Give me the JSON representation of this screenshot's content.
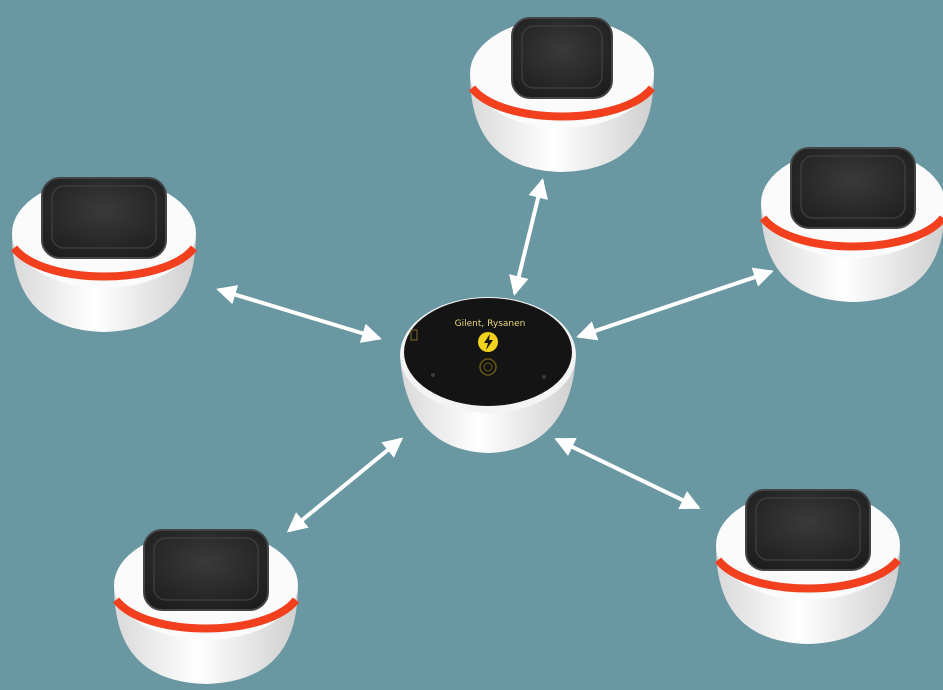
{
  "colors": {
    "background": "#6997A2",
    "device_body": "#F4F4F4",
    "device_top": "#2B2B2B",
    "band": "#F2401F",
    "arrow": "#FFFFFF",
    "hub_face": "#141414",
    "hub_icon": "#F2D21A"
  },
  "hub": {
    "label": "Gilent, Rysanen",
    "icon": "lightning-badge-icon"
  },
  "satellites": [
    {
      "name": "satellite-device-top"
    },
    {
      "name": "satellite-device-left"
    },
    {
      "name": "satellite-device-right"
    },
    {
      "name": "satellite-device-bottom-left"
    },
    {
      "name": "satellite-device-bottom-right"
    }
  ]
}
